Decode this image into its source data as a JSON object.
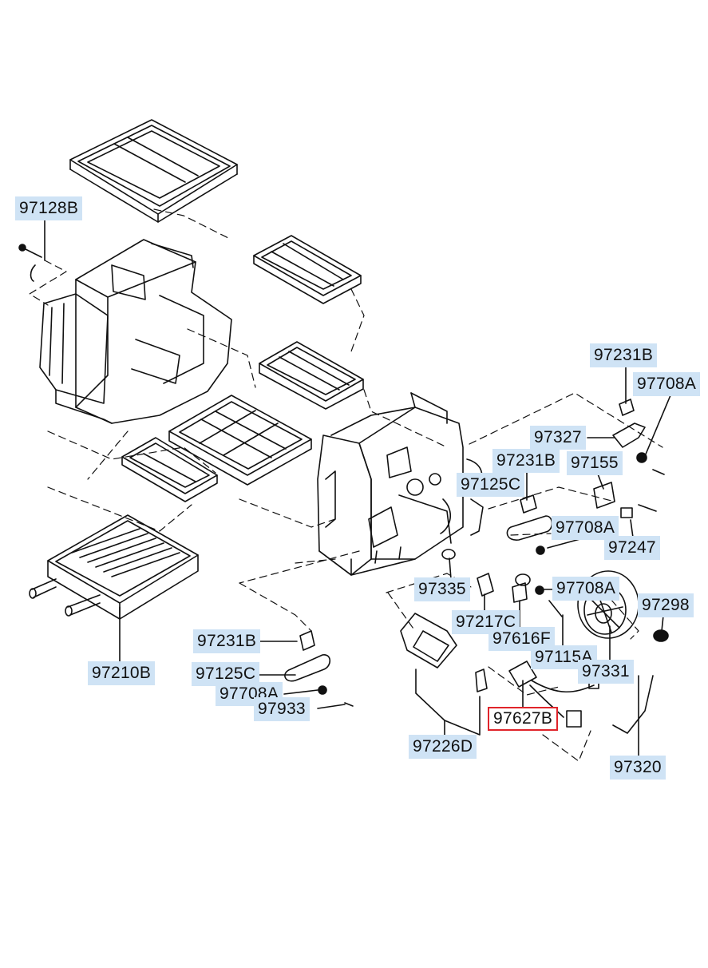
{
  "accent_color": "#cfe3f5",
  "highlight_color": "#e0242b",
  "labels": {
    "p97128B": "97128B",
    "p97210B": "97210B",
    "p97231B_top": "97231B",
    "p97708A_top": "97708A",
    "p97327": "97327",
    "p97231B_mid": "97231B",
    "p97155": "97155",
    "p97125C_mid": "97125C",
    "p97708A_mid": "97708A",
    "p97247": "97247",
    "p97335": "97335",
    "p97708A_low": "97708A",
    "p97298": "97298",
    "p97217C": "97217C",
    "p97616F": "97616F",
    "p97115A": "97115A",
    "p97331": "97331",
    "p97231B_left": "97231B",
    "p97125C_left": "97125C",
    "p97708A_left": "97708A",
    "p97933": "97933",
    "p97627B": "97627B",
    "p97226D": "97226D",
    "p97320": "97320"
  }
}
